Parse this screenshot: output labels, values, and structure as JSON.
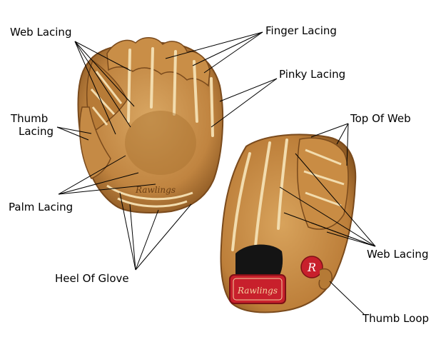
{
  "labels": {
    "web_lacing_left": "Web Lacing",
    "finger_lacing": "Finger Lacing",
    "pinky_lacing": "Pinky Lacing",
    "thumb_lacing_line1": "Thumb",
    "thumb_lacing_line2": "Lacing",
    "palm_lacing": "Palm Lacing",
    "heel_of_glove": "Heel Of Glove",
    "top_of_web": "Top Of Web",
    "web_lacing_right": "Web Lacing",
    "thumb_loop": "Thumb Loop"
  },
  "brand": {
    "patch_text": "Rawlings",
    "logo_letter": "R"
  },
  "colors": {
    "leather": "#c9914a",
    "leather_dark": "#8b5a26",
    "leather_light": "#e3b878",
    "lacing": "#f2dcae",
    "patch_red": "#c8202c",
    "pointer_line": "#000000"
  }
}
